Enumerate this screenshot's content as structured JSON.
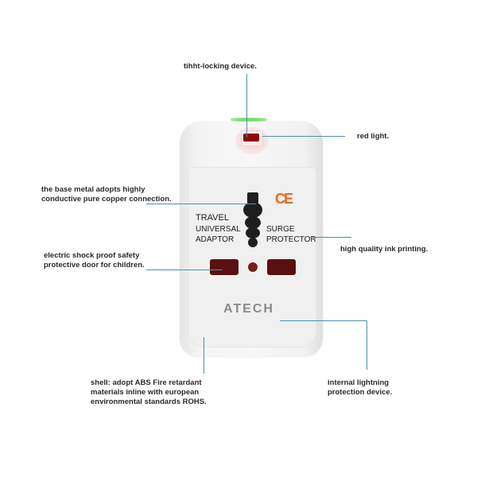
{
  "callouts": {
    "locking": "tihht-locking device.",
    "red_light": "red light.",
    "copper_line1": "the base metal adopts highly",
    "copper_line2": "conductive pure copper connection.",
    "shock_line1": "electric shock proof safety",
    "shock_line2": "protective door for children.",
    "ink": "high quality ink printing.",
    "shell_line1": "shell: adopt ABS Fire retardant",
    "shell_line2": "materials inline with european",
    "shell_line3": "environmental standards ROHS.",
    "lightning_line1": "internal lightning",
    "lightning_line2": "protection device."
  },
  "device": {
    "left_text": [
      "TRAVEL",
      "UNIVERSAL",
      "ADAPTOR"
    ],
    "right_text": [
      "SURGE",
      "PROTECTOR"
    ],
    "certification": "CE",
    "brand": "ATECH"
  },
  "colors": {
    "leader_line": "#4a93a6",
    "led": "#8e0a0a",
    "ce_mark": "#e46a1c",
    "socket": "#5a1010"
  }
}
